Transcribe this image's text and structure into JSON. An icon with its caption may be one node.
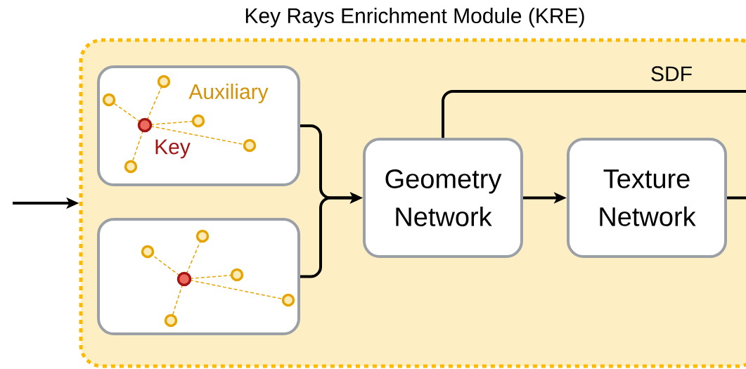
{
  "diagram": {
    "nodes": [
      {
        "text": [
          "Key Rays Enrichment Module (KRE)"
        ]
      },
      {
        "text": [
          "Auxiliary",
          "Key"
        ],
        "in": 0
      },
      {
        "text": [],
        "shape": "box",
        "in": 0
      },
      {
        "text": [
          "Geometry Network"
        ],
        "in": 0
      },
      {
        "text": [
          "Texture Network"
        ],
        "in": 0
      }
    ],
    "edges": [
      {
        "from": null,
        "to": 0,
        "arrow": "to"
      },
      {
        "from": 1,
        "to": 3,
        "arrow": "to"
      },
      {
        "from": 2,
        "to": 3,
        "arrow": "to"
      },
      {
        "from": 3,
        "to": 4,
        "arrow": "to"
      },
      {
        "from": 3,
        "to": null,
        "arrow": "none",
        "label": "SDF"
      },
      {
        "from": 4,
        "to": null,
        "arrow": "none"
      }
    ]
  }
}
